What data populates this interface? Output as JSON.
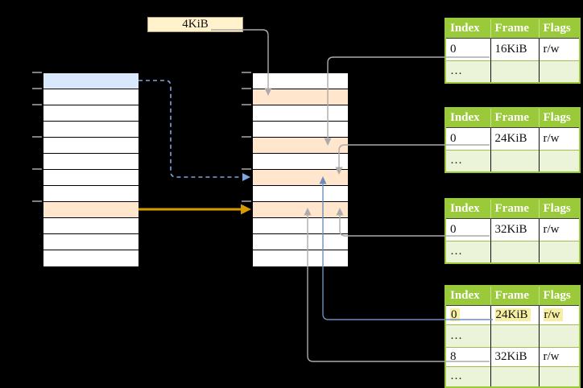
{
  "page_size_label": "4KiB",
  "memory": {
    "left_column_rows": [
      "blue",
      "white",
      "white",
      "white",
      "white",
      "white",
      "white",
      "white",
      "orange",
      "white",
      "white",
      "white"
    ],
    "middle_column_rows": [
      "white",
      "orange",
      "white",
      "white",
      "orange",
      "white",
      "orange",
      "white",
      "orange",
      "white",
      "white",
      "white"
    ],
    "tick_y": [
      90,
      110,
      130,
      170,
      210,
      250
    ]
  },
  "page_tables": [
    {
      "headers": [
        "Index",
        "Frame",
        "Flags"
      ],
      "rows": [
        {
          "index": "0",
          "frame": "16KiB",
          "flags": "r/w"
        },
        {
          "index": "…",
          "frame": "",
          "flags": ""
        }
      ]
    },
    {
      "headers": [
        "Index",
        "Frame",
        "Flags"
      ],
      "rows": [
        {
          "index": "0",
          "frame": "24KiB",
          "flags": "r/w"
        },
        {
          "index": "…",
          "frame": "",
          "flags": ""
        }
      ]
    },
    {
      "headers": [
        "Index",
        "Frame",
        "Flags"
      ],
      "rows": [
        {
          "index": "0",
          "frame": "32KiB",
          "flags": "r/w"
        },
        {
          "index": "…",
          "frame": "",
          "flags": ""
        }
      ]
    },
    {
      "headers": [
        "Index",
        "Frame",
        "Flags"
      ],
      "rows": [
        {
          "index": "0",
          "frame": "24KiB",
          "flags": "r/w",
          "highlighted": true
        },
        {
          "index": "…",
          "frame": "",
          "flags": ""
        },
        {
          "index": "8",
          "frame": "32KiB",
          "flags": "r/w"
        },
        {
          "index": "…",
          "frame": "",
          "flags": ""
        }
      ]
    }
  ],
  "colors": {
    "table_header_green": "#9aca3a",
    "table_row_light_green": "#ebf3d9",
    "highlight_yellow": "#f6efa2",
    "virtual_row_blue": "#dae8fc",
    "frame_row_orange": "#ffe6cc",
    "label_box_fill": "#fff2cc",
    "arrow_gray": "#ababab",
    "arrow_blue": "#6c8ebf",
    "arrow_blue_dashed": "#7ea6e0",
    "arrow_orange": "#d79b00"
  }
}
